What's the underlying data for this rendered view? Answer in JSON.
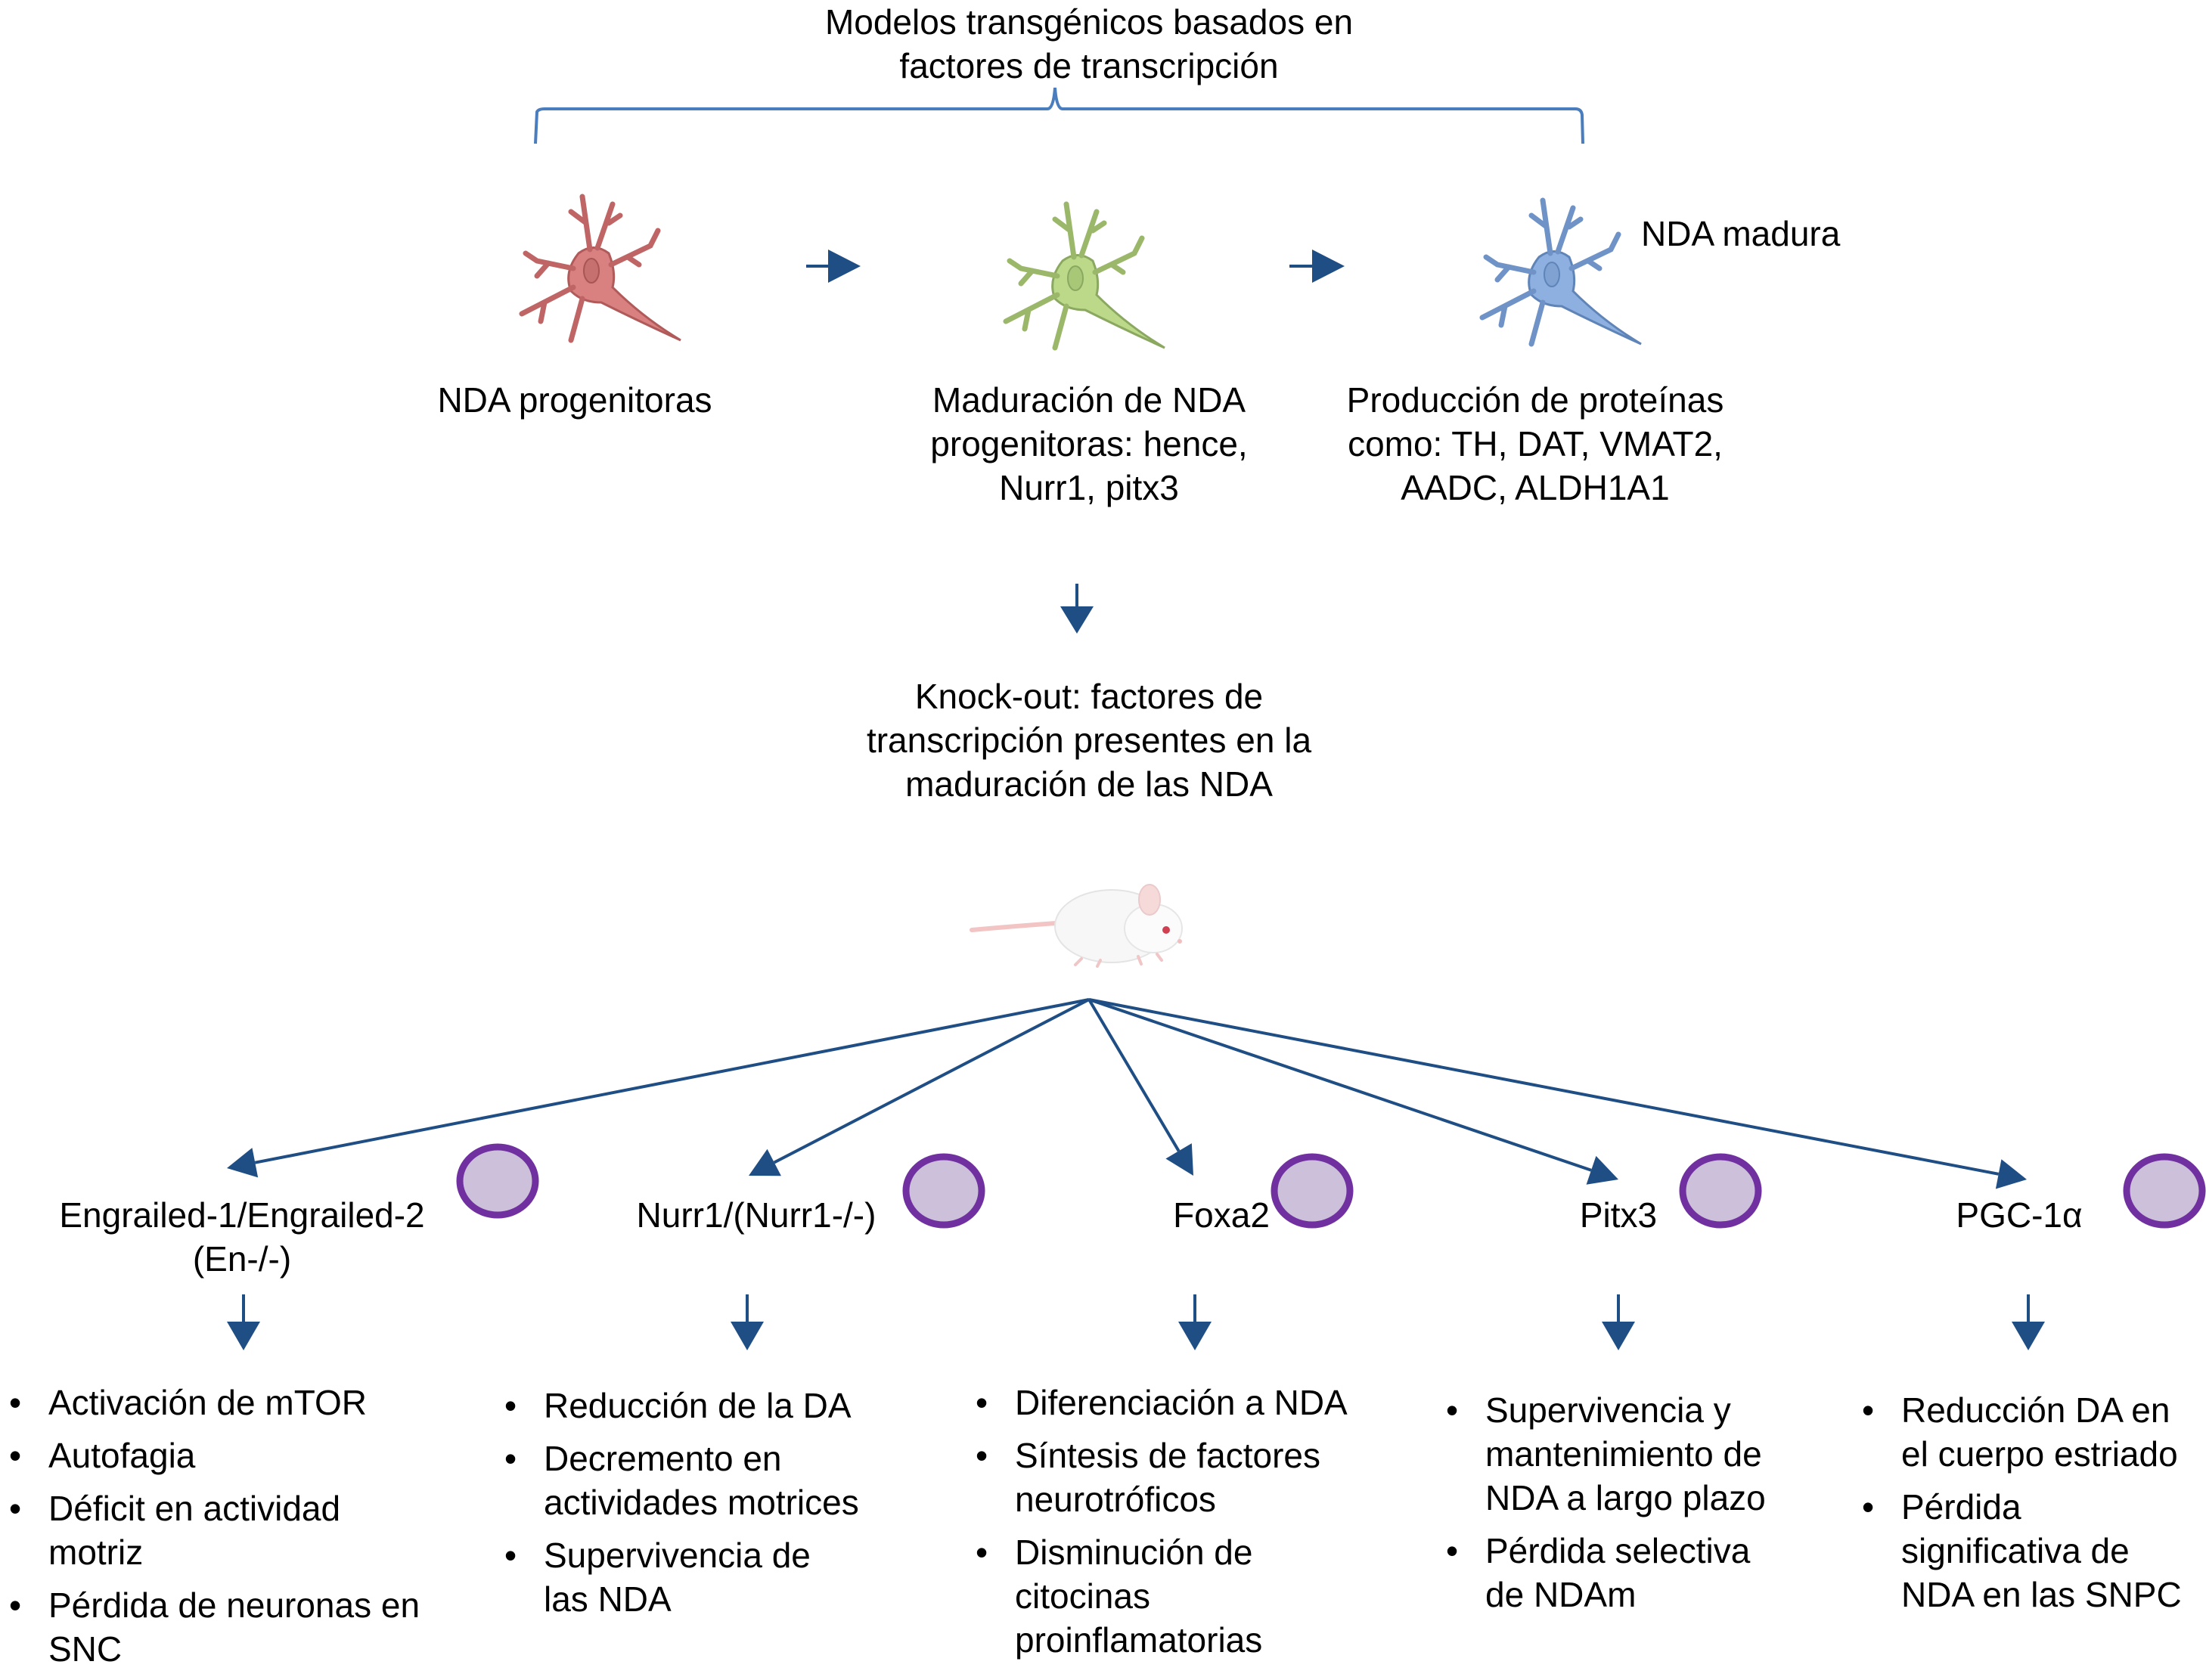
{
  "title": "Modelos transgénicos basados en\nfactores de transcripción",
  "colors": {
    "arrow": "#1f4e85",
    "bracket": "#4a7dbd",
    "circle_stroke": "#7030a0",
    "circle_fill": "#ccc0da",
    "neuron_progenitor": "#d98080",
    "neuron_maturing": "#b5cf7a",
    "neuron_mature": "#7ea3d6"
  },
  "stages": [
    {
      "id": "progenitor",
      "icon": "neuron-red",
      "label": "NDA progenitoras"
    },
    {
      "id": "maturation",
      "icon": "neuron-green",
      "label": "Maduración de NDA\nprogenitoras: hence,\nNurr1, pitx3"
    },
    {
      "id": "mature",
      "icon": "neuron-blue",
      "label": "Producción de proteínas\ncomo: TH, DAT, VMAT2,\nAADC, ALDH1A1",
      "side_label": "NDA madura"
    }
  ],
  "knockout_label": "Knock-out: factores de\ntranscripción presentes en la\nmaduración de las NDA",
  "model_icon": "mouse",
  "factors": [
    {
      "name": "Engrailed-1/Engrailed-2\n(En-/-)",
      "effects": [
        "Activación de mTOR",
        "Autofagia",
        "Déficit en actividad\nmotriz",
        "Pérdida de neuronas en\nSNC"
      ]
    },
    {
      "name": "Nurr1/(Nurr1-/-)",
      "effects": [
        "Reducción de la DA",
        "Decremento en\nactividades motrices",
        "Supervivencia de\nlas NDA"
      ]
    },
    {
      "name": "Foxa2",
      "effects": [
        "Diferenciación a NDA",
        "Síntesis de factores\nneurotróficos",
        "Disminución de\ncitocinas\nproinflamatorias"
      ]
    },
    {
      "name": "Pitx3",
      "effects": [
        "Supervivencia y\nmantenimiento de\nNDA a largo plazo",
        "Pérdida selectiva\nde NDAm"
      ]
    },
    {
      "name": "PGC-1α",
      "effects": [
        "Reducción DA en\nel cuerpo estriado",
        "Pérdida\nsignificativa de\nNDA en las SNPC"
      ]
    }
  ],
  "bullet_glyph": "•"
}
